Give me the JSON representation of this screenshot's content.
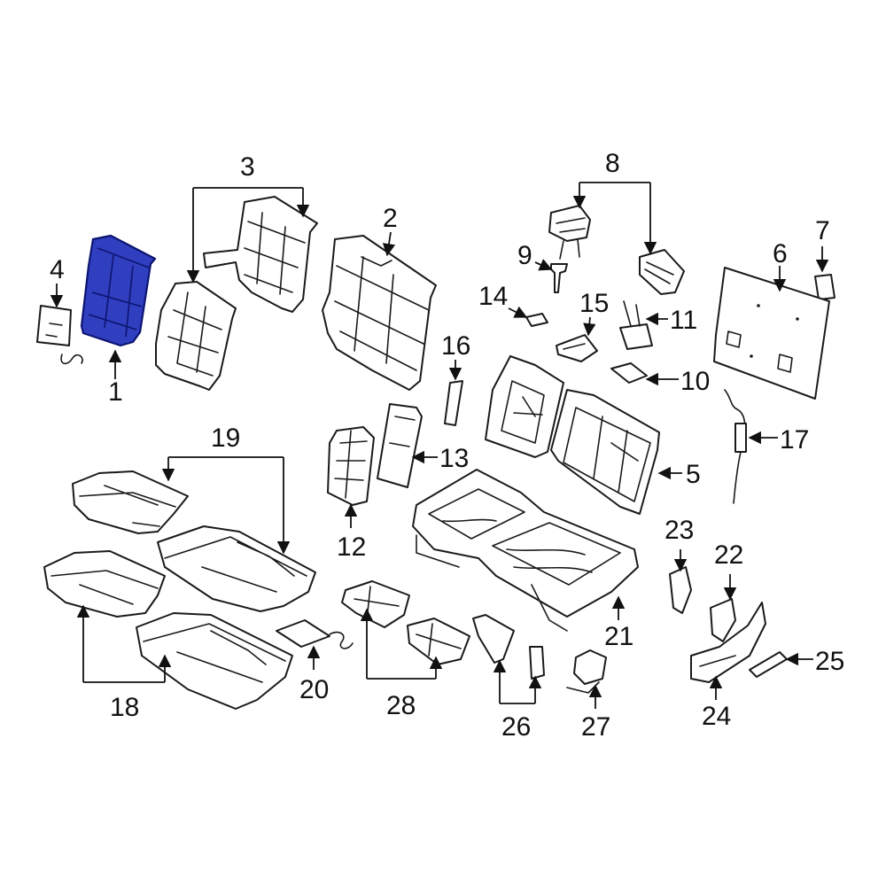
{
  "diagram": {
    "highlight_color": "#2f3fc0",
    "line_color": "#1a1a1a",
    "background": "#ffffff",
    "highlighted_part": "1",
    "callouts": [
      {
        "id": "c1",
        "number": "1"
      },
      {
        "id": "c2",
        "number": "2"
      },
      {
        "id": "c3",
        "number": "3"
      },
      {
        "id": "c4",
        "number": "4"
      },
      {
        "id": "c5",
        "number": "5"
      },
      {
        "id": "c6",
        "number": "6"
      },
      {
        "id": "c7",
        "number": "7"
      },
      {
        "id": "c8",
        "number": "8"
      },
      {
        "id": "c9",
        "number": "9"
      },
      {
        "id": "c10",
        "number": "10"
      },
      {
        "id": "c11",
        "number": "11"
      },
      {
        "id": "c12",
        "number": "12"
      },
      {
        "id": "c13",
        "number": "13"
      },
      {
        "id": "c14",
        "number": "14"
      },
      {
        "id": "c15",
        "number": "15"
      },
      {
        "id": "c16",
        "number": "16"
      },
      {
        "id": "c17",
        "number": "17"
      },
      {
        "id": "c18",
        "number": "18"
      },
      {
        "id": "c19",
        "number": "19"
      },
      {
        "id": "c20",
        "number": "20"
      },
      {
        "id": "c21",
        "number": "21"
      },
      {
        "id": "c22",
        "number": "22"
      },
      {
        "id": "c23",
        "number": "23"
      },
      {
        "id": "c24",
        "number": "24"
      },
      {
        "id": "c25",
        "number": "25"
      },
      {
        "id": "c26",
        "number": "26"
      },
      {
        "id": "c27",
        "number": "27"
      },
      {
        "id": "c28",
        "number": "28"
      }
    ]
  }
}
